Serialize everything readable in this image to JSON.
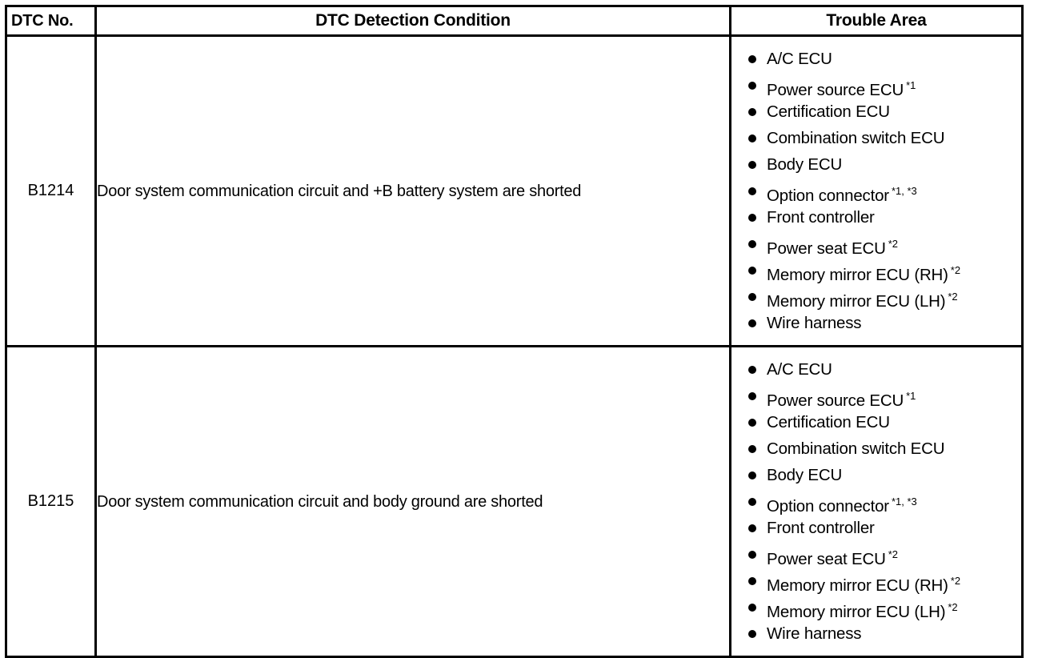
{
  "table": {
    "columns": [
      {
        "key": "dtc_no",
        "label": "DTC No."
      },
      {
        "key": "detection_condition",
        "label": "DTC Detection Condition"
      },
      {
        "key": "trouble_area",
        "label": "Trouble Area"
      }
    ],
    "rows": [
      {
        "dtc_no": "B1214",
        "detection_condition": "Door system communication circuit and +B battery system are shorted",
        "trouble_area": [
          {
            "text": "A/C ECU",
            "note": ""
          },
          {
            "text": "Power source ECU",
            "note": "*1"
          },
          {
            "text": "Certification ECU",
            "note": ""
          },
          {
            "text": "Combination switch ECU",
            "note": ""
          },
          {
            "text": "Body ECU",
            "note": ""
          },
          {
            "text": "Option connector",
            "note": "*1, *3"
          },
          {
            "text": "Front controller",
            "note": ""
          },
          {
            "text": "Power seat ECU",
            "note": "*2"
          },
          {
            "text": "Memory mirror ECU (RH)",
            "note": "*2"
          },
          {
            "text": "Memory mirror ECU (LH)",
            "note": "*2"
          },
          {
            "text": "Wire harness",
            "note": ""
          }
        ]
      },
      {
        "dtc_no": "B1215",
        "detection_condition": "Door system communication circuit and body ground are shorted",
        "trouble_area": [
          {
            "text": "A/C ECU",
            "note": ""
          },
          {
            "text": "Power source ECU",
            "note": "*1"
          },
          {
            "text": "Certification ECU",
            "note": ""
          },
          {
            "text": "Combination switch ECU",
            "note": ""
          },
          {
            "text": "Body ECU",
            "note": ""
          },
          {
            "text": "Option connector",
            "note": "*1, *3"
          },
          {
            "text": "Front controller",
            "note": ""
          },
          {
            "text": "Power seat ECU",
            "note": "*2"
          },
          {
            "text": "Memory mirror ECU (RH)",
            "note": "*2"
          },
          {
            "text": "Memory mirror ECU (LH)",
            "note": "*2"
          },
          {
            "text": "Wire harness",
            "note": ""
          }
        ]
      }
    ]
  },
  "colors": {
    "border": "#000000",
    "text": "#000000",
    "background": "#ffffff"
  }
}
